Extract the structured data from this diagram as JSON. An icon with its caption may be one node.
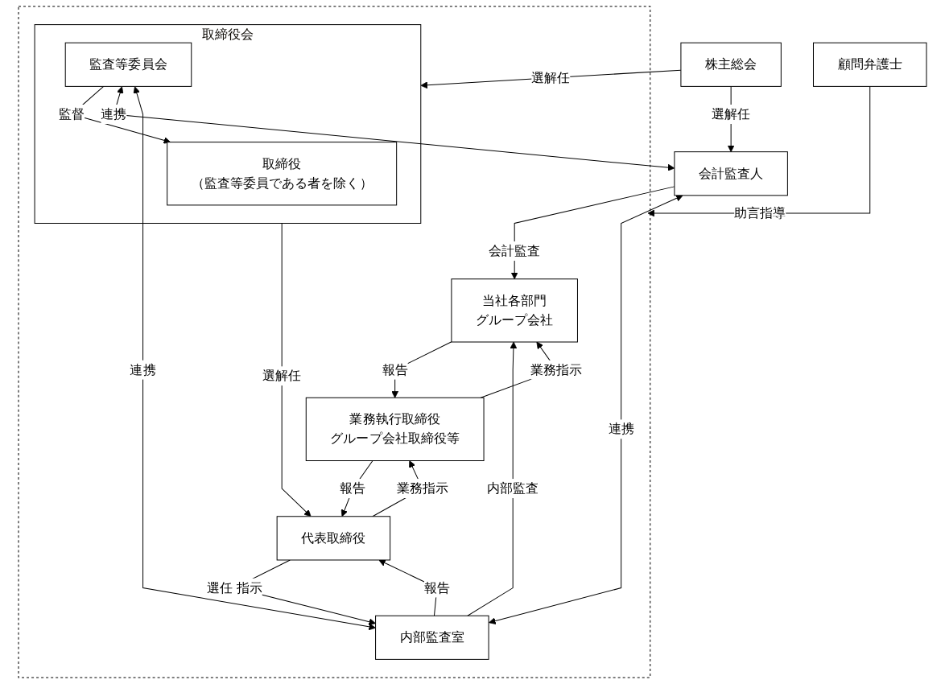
{
  "diagram": {
    "nodes": [
      {
        "text": [
          "株主総会"
        ]
      },
      {
        "text": [
          "顧問弁護士"
        ]
      },
      {
        "text": [],
        "shape": "box"
      },
      {
        "text": [
          "取締役会"
        ],
        "in": 2
      },
      {
        "text": [
          "取締役",
          "（監査等委員である者を除く）"
        ],
        "in": 3
      },
      {
        "text": [
          "監査等委員会"
        ],
        "in": 3
      },
      {
        "text": [
          "代表取締役"
        ],
        "in": 2
      },
      {
        "text": [
          "業務執行取締役",
          "グループ会社取締役等"
        ],
        "in": 2
      },
      {
        "text": [
          "内部監査室"
        ],
        "in": 2
      },
      {
        "text": [
          "当社各部門",
          "グループ会社"
        ],
        "in": 2
      },
      {
        "text": [
          "会計監査人"
        ]
      }
    ],
    "edges": [
      {
        "from": 0,
        "to": 3,
        "arrow": "to",
        "label": "選解任"
      },
      {
        "from": 0,
        "to": 10,
        "arrow": "to",
        "label": "選解任"
      },
      {
        "from": 5,
        "to": 4,
        "arrow": "to",
        "label": "監督"
      },
      {
        "from": 5,
        "to": 10,
        "arrow": "both",
        "label": "連携"
      },
      {
        "from": 1,
        "to": 2,
        "arrow": "to",
        "label": "助言指導"
      },
      {
        "from": 3,
        "to": 6,
        "arrow": "to",
        "label": "選解任"
      },
      {
        "from": 6,
        "to": 7,
        "arrow": "to",
        "label": "業務指示"
      },
      {
        "from": 7,
        "to": 6,
        "arrow": "to",
        "label": "報告"
      },
      {
        "from": 6,
        "to": 8,
        "arrow": "to",
        "label": "選任 指示"
      },
      {
        "from": 8,
        "to": 6,
        "arrow": "to",
        "label": "報告"
      },
      {
        "from": 5,
        "to": 8,
        "arrow": "both",
        "label": "連携"
      },
      {
        "from": 8,
        "to": 10,
        "arrow": "both",
        "label": "連携"
      },
      {
        "from": 7,
        "to": 9,
        "arrow": "to",
        "label": "業務指示"
      },
      {
        "from": 9,
        "to": 7,
        "arrow": "to",
        "label": "報告"
      },
      {
        "from": 8,
        "to": 9,
        "arrow": "to",
        "label": "内部監査"
      },
      {
        "from": 10,
        "to": 9,
        "arrow": "to",
        "label": "会計監査"
      }
    ]
  }
}
